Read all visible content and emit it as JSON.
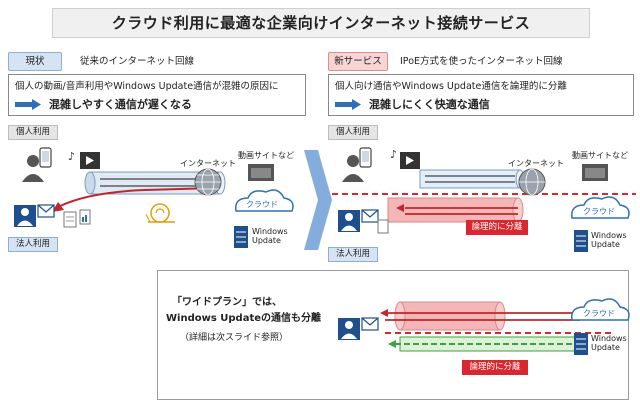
{
  "title": "クラウド利用に最適な企業向けインターネット接続サービス",
  "left": {
    "status_label": "現状",
    "status_desc": "従来のインターネット回線",
    "box_line1": "個人の動画/音声利用やWindows Update通信が混雑の原因に",
    "box_line2": "混雑しやすく通信が遅くなる",
    "personal_label": "個人利用",
    "corporate_label": "法人利用",
    "internet_label": "インターネット",
    "video_site_label": "動画サイトなど",
    "cloud_label": "クラウド",
    "windows_update_label": "Windows\nUpdate"
  },
  "right": {
    "status_label": "新サービス",
    "status_desc": "IPoE方式を使ったインターネット回線",
    "box_line1": "個人向け通信やWindows Update通信を論理的に分離",
    "box_line2": "混雑しにくく快適な通信",
    "personal_label": "個人利用",
    "corporate_label": "法人利用",
    "internet_label": "インターネット",
    "video_site_label": "動画サイトなど",
    "cloud_label": "クラウド",
    "windows_update_label": "Windows\nUpdate",
    "logical_separation_label": "論理的に分離"
  },
  "wide": {
    "line1": "「ワイドプラン」では、",
    "line2": "Windows Updateの通信も分離",
    "note": "（詳細は次スライド参照）",
    "cloud_label": "クラウド",
    "windows_update_label": "Windows\nUpdate",
    "logical_separation_label": "論理的に分離"
  },
  "colors": {
    "accent_blue": "#2f6fb5",
    "pipe_pink": "#f4b6b6",
    "red_line": "#d8272e",
    "green_line": "#3aa53a",
    "arrow_blue": "#6f9fd8"
  }
}
